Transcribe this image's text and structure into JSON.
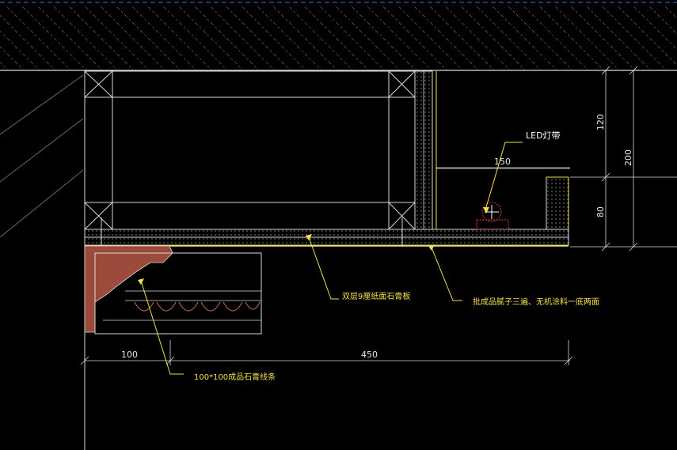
{
  "drawing": {
    "dimensions": {
      "width_left": "100",
      "width_main": "450",
      "led_offset": "150",
      "height_top": "120",
      "height_bottom": "80",
      "height_total": "200"
    },
    "annotations": {
      "led_strip": "LED灯带",
      "gypsum_board": "双层9厘纸面石膏板",
      "paint_finish": "批成品腻子三遍、无机涂料一底两面",
      "moulding": "100*100成品石膏线条"
    },
    "colors": {
      "background": "#000000",
      "line_white": "#d9d9d9",
      "line_yellow": "#f2e14a",
      "moulding_fill": "#9c4a3c",
      "led_red": "#e03c3c",
      "dash_blue": "#3c6fd6"
    }
  }
}
